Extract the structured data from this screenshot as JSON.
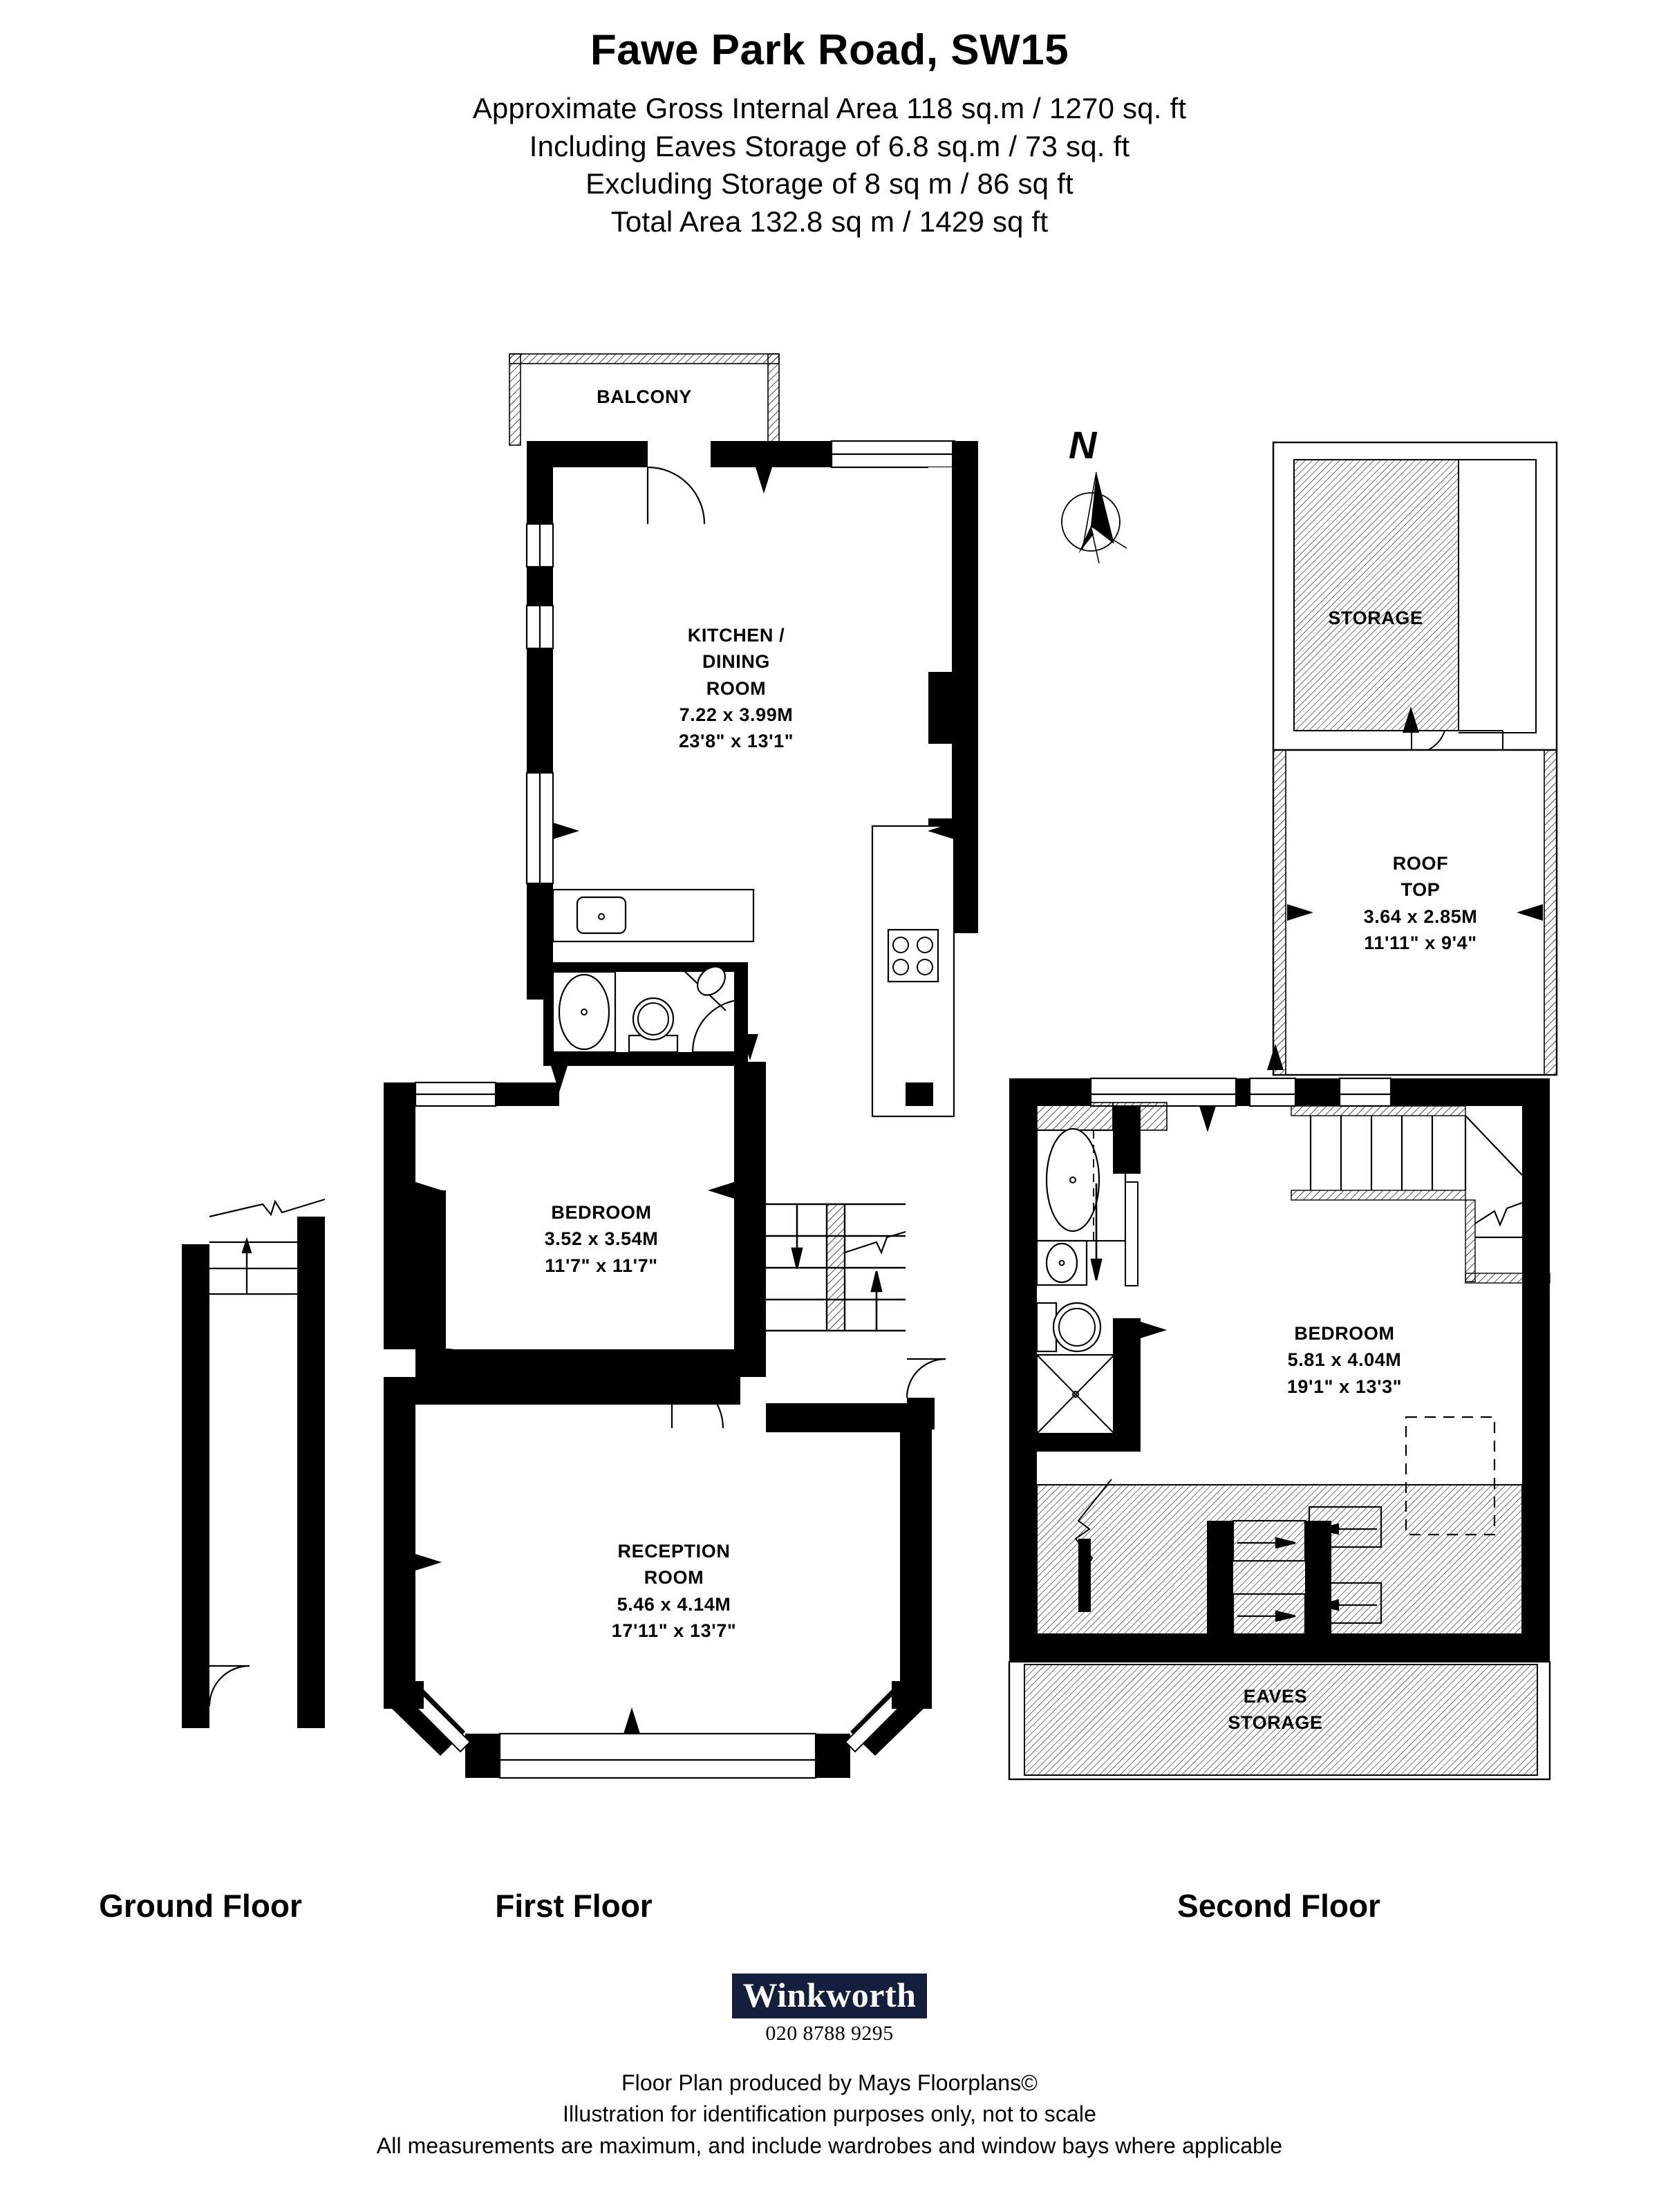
{
  "header": {
    "title": "Fawe Park Road, SW15",
    "area_lines": [
      "Approximate Gross Internal Area 118 sq.m  /  1270 sq. ft",
      "Including Eaves Storage of 6.8 sq.m  /  73 sq. ft",
      "Excluding Storage of 8 sq m / 86 sq ft",
      "Total Area 132.8 sq m / 1429 sq ft"
    ]
  },
  "floor_labels": {
    "ground": "Ground Floor",
    "first": "First Floor",
    "second": "Second Floor"
  },
  "compass": {
    "north_letter": "N"
  },
  "rooms": {
    "balcony": {
      "name": "BALCONY",
      "metric": "",
      "imperial": ""
    },
    "kitchen_dining": {
      "name_line1": "KITCHEN /",
      "name_line2": "DINING",
      "name_line3": "ROOM",
      "metric": "7.22 x 3.99M",
      "imperial": "23'8\" x 13'1\""
    },
    "bedroom_first": {
      "name": "BEDROOM",
      "metric": "3.52 x 3.54M",
      "imperial": "11'7\" x 11'7\""
    },
    "reception": {
      "name_line1": "RECEPTION",
      "name_line2": "ROOM",
      "metric": "5.46 x 4.14M",
      "imperial": "17'11\" x 13'7\""
    },
    "storage": {
      "name": "STORAGE",
      "metric": "",
      "imperial": ""
    },
    "roof_top": {
      "name_line1": "ROOF",
      "name_line2": "TOP",
      "metric": "3.64 x 2.85M",
      "imperial": "11'11\" x 9'4\""
    },
    "bedroom_second": {
      "name": "BEDROOM",
      "metric": "5.81 x 4.04M",
      "imperial": "19'1\" x 13'3\""
    },
    "eaves_storage": {
      "name_line1": "EAVES",
      "name_line2": "STORAGE",
      "metric": "",
      "imperial": ""
    }
  },
  "footer": {
    "logo_text": "Winkworth",
    "phone": "020 8788 9295",
    "disclaimer_lines": [
      "Floor Plan produced by Mays Floorplans©",
      "Illustration for identification purposes only, not to scale",
      "All measurements are maximum, and include wardrobes and window bays where applicable"
    ]
  },
  "colors": {
    "wall": "#000000",
    "paper": "#ffffff",
    "brand_navy": "#141f3d",
    "hatch": "#000000"
  }
}
